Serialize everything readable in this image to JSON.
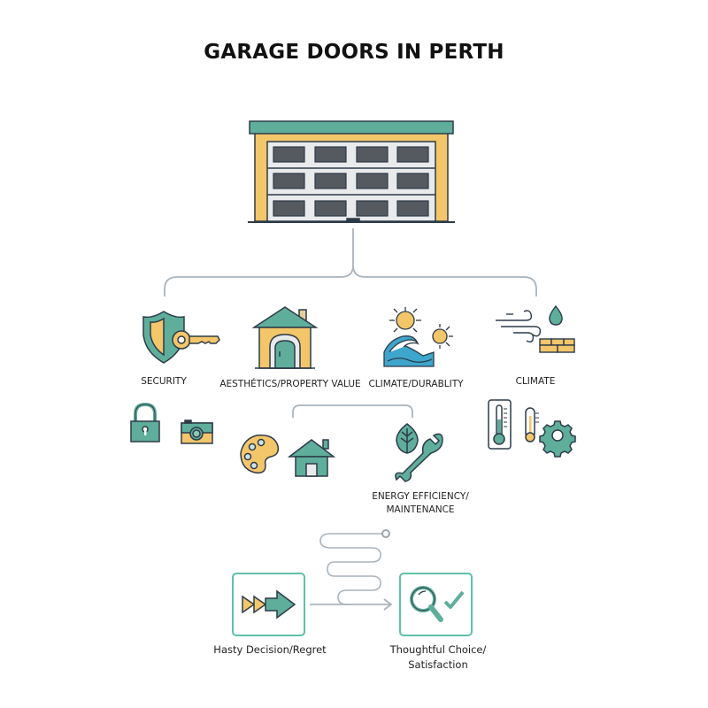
{
  "title": "GARAGE DOORS IN PERTH",
  "colors": {
    "teal": "#5fae9c",
    "yellow": "#f3c66a",
    "outline": "#2d3b48",
    "connector": "#aab4bc",
    "blue_wave": "#3ea6cc",
    "window_gray": "#555a60",
    "door_panel": "#e9eaec"
  },
  "hero": {
    "icon": "garage-door-icon"
  },
  "categories": [
    {
      "label": "SECURITY",
      "icon": "shield-key-icon"
    },
    {
      "label": "AESTHÉTICS/PROPERTY VALUE",
      "icon": "house-arch-door-icon"
    },
    {
      "label": "CLIMATE/DURABLITY",
      "icon": "sun-wave-icon"
    },
    {
      "label": "CLIMATE",
      "icon": "wind-rain-brick-icon"
    }
  ],
  "sub_icons": {
    "security": [
      "padlock-icon",
      "camera-icon"
    ],
    "aesthetics": [
      "palette-icon",
      "house-icon"
    ],
    "energy": [
      "leaf-wrench-icon"
    ],
    "climate": [
      "thermometer-icon",
      "small-thermometer-icon",
      "gear-icon"
    ]
  },
  "energy_label_line1": "ENERGY EFFICIENCY/",
  "energy_label_line2": "MAINTENANCE",
  "outcomes": {
    "hasty": {
      "label": "Hasty Decision/Regret",
      "icon": "fast-forward-arrows-icon"
    },
    "thoughtful": {
      "label_line1": "Thoughtful Choice/",
      "label_line2": "Satisfaction",
      "icon": "magnifier-check-icon"
    }
  }
}
